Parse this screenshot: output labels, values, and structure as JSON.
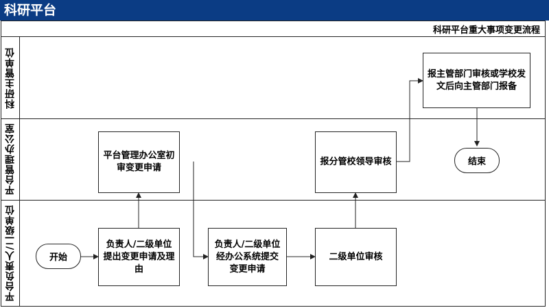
{
  "header": {
    "title": "科研平台"
  },
  "subtitle": "科研平台重大事项变更流程",
  "lanes": {
    "lane1": "科研主管单位",
    "lane2": "平台管理办公室",
    "lane3": "平台负责人/二级单位"
  },
  "nodes": {
    "start": "开始",
    "apply": "负责人/二级单位提出变更申请及理由",
    "submit": "负责人/二级单位经办公系统提交变更申请",
    "unit_review": "二级单位审核",
    "office_review": "平台管理办公室初审变更申请",
    "leader_review": "报分管校领导审核",
    "report": "报主管部门审核或学校发文后向主管部门报备",
    "end": "结束"
  }
}
